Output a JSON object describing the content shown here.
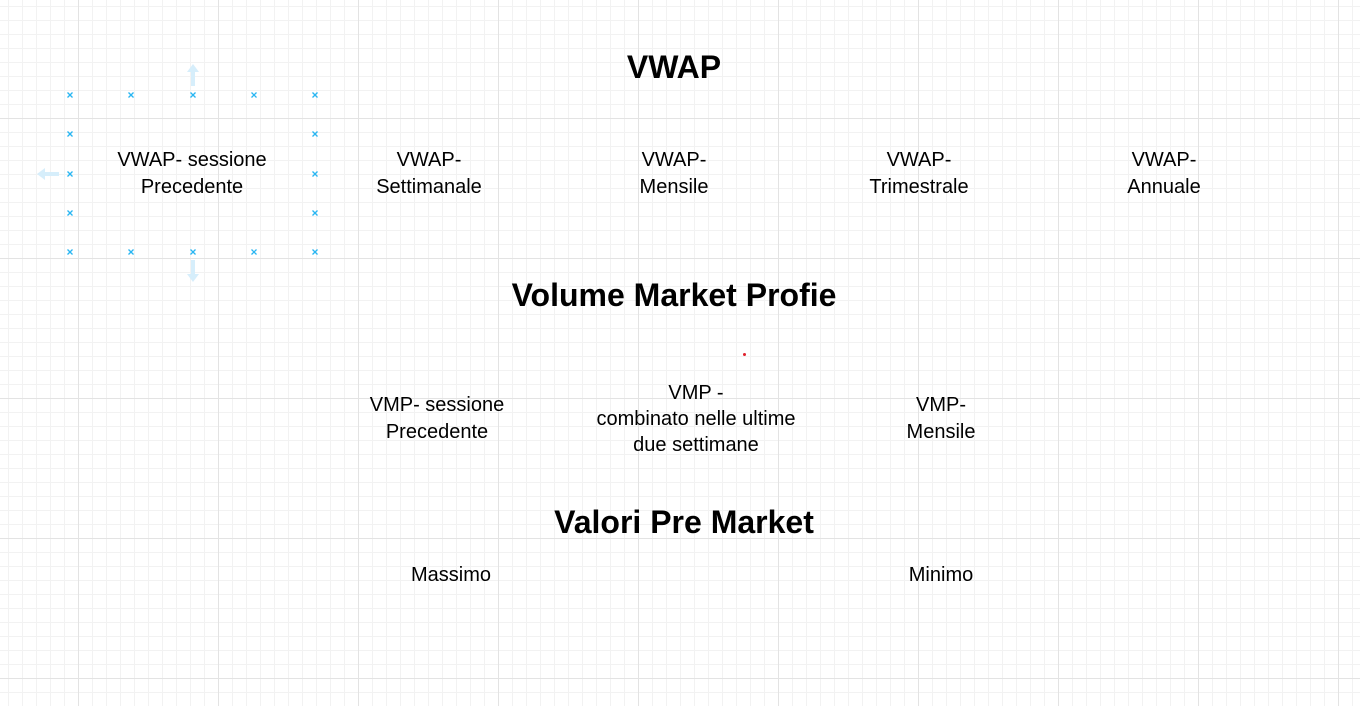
{
  "canvas": {
    "grid": "on",
    "colors": {
      "grid_major": "#e3e3e3",
      "grid_minor": "#f2f2f2",
      "selection_handle": "#29b6f2",
      "arrow_hint": "#d6eefb",
      "cursor_dot": "#e0202c"
    }
  },
  "sections": {
    "vwap": {
      "title": "VWAP",
      "items": [
        {
          "line1": "VWAP- sessione",
          "line2": "Precedente"
        },
        {
          "line1": "VWAP-",
          "line2": "Settimanale"
        },
        {
          "line1": "VWAP-",
          "line2": "Mensile"
        },
        {
          "line1": "VWAP-",
          "line2": "Trimestrale"
        },
        {
          "line1": "VWAP-",
          "line2": "Annuale"
        }
      ]
    },
    "vmp": {
      "title": "Volume Market Profie",
      "items": [
        {
          "line1": "VMP- sessione",
          "line2": "Precedente"
        },
        {
          "line1": "VMP -",
          "line2": "combinato nelle ultime",
          "line3": "due settimane"
        },
        {
          "line1": "VMP-",
          "line2": "Mensile"
        }
      ]
    },
    "premarket": {
      "title": "Valori Pre Market",
      "items": [
        {
          "label": "Massimo"
        },
        {
          "label": "Minimo"
        }
      ]
    }
  },
  "selection": {
    "state": "selected",
    "target": "VWAP- sessione Precedente",
    "handle_icon": "x-handle-icon",
    "arrow_icons": [
      "arrow-up-icon",
      "arrow-left-icon",
      "arrow-down-icon"
    ]
  }
}
